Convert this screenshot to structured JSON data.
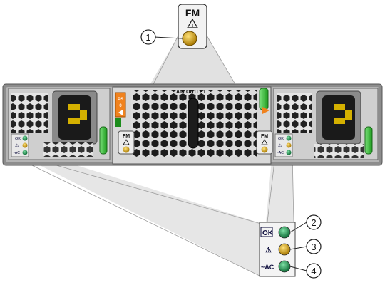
{
  "fan_callout": {
    "badge": "FM",
    "number": "1"
  },
  "chassis": {
    "air_outlet": "AIR OUTLET",
    "ps_label": "PS\n0",
    "left_fan_badge": "FM",
    "right_fan_badge": "FM",
    "psu_led_labels": [
      "OK",
      "⚠",
      "~AC"
    ]
  },
  "psu_callout": {
    "rows": [
      {
        "label": "OK",
        "number": "2",
        "led_color": "#1a8a4a"
      },
      {
        "label": "⚠",
        "number": "3",
        "led_color": "#d4a510"
      },
      {
        "label": "~AC",
        "number": "4",
        "led_color": "#1a8a4a"
      }
    ]
  },
  "colors": {
    "led_green": "#1a8a4a",
    "led_amber": "#d4a510",
    "latch_green": "#2fb52f",
    "orange_tab": "#f0821e",
    "chassis_gray": "#9a9a9a"
  }
}
